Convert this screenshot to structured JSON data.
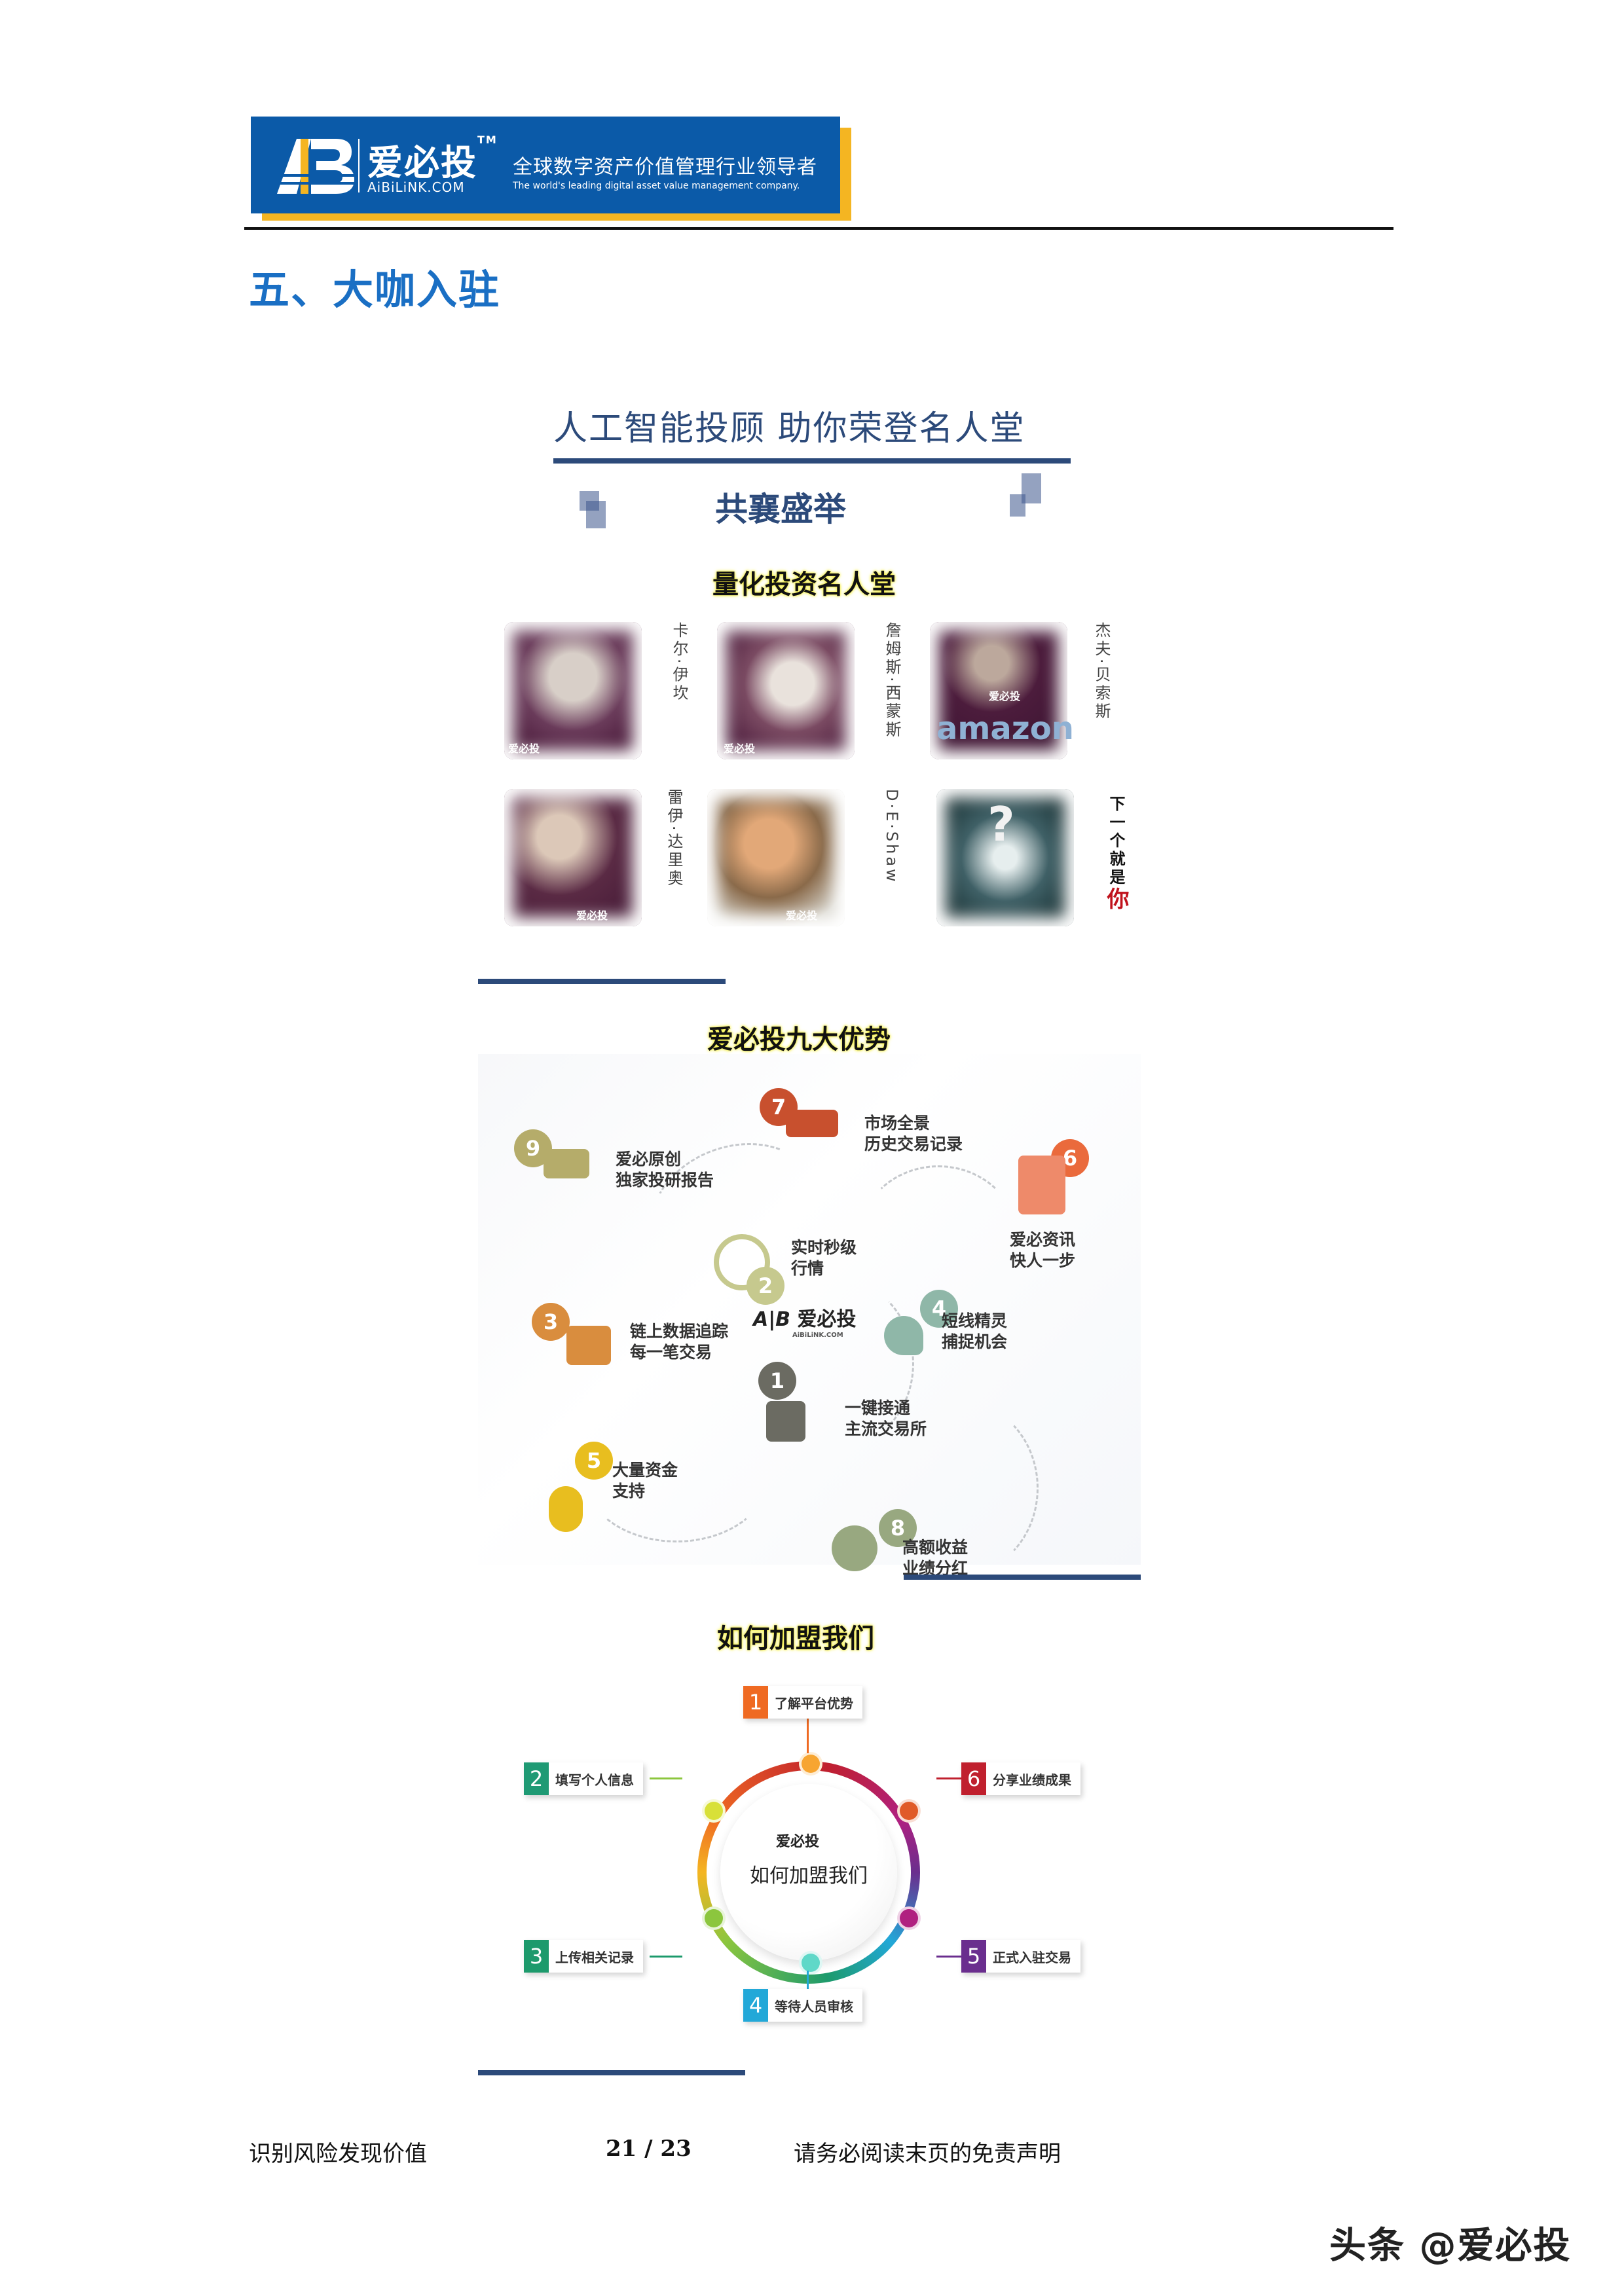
{
  "header": {
    "logo_cn": "爱必投",
    "logo_tm": "TM",
    "logo_en": "AiBiLiNK.COM",
    "slogan": "全球数字资产价值管理行业领导者",
    "slogan_en": "The world's leading digital asset value management company.",
    "colors": {
      "brand_blue": "#0b5aa8",
      "brand_yellow": "#f4b522"
    }
  },
  "section": {
    "title": "五、大咖入驻",
    "color": "#1a6fc4"
  },
  "poster": {
    "headline": "人工智能投顾 助你荣登名人堂",
    "subheadline": "共襄盛举",
    "hall_of_fame": {
      "title": "量化投资名人堂",
      "people": [
        {
          "name": "卡尔·伊坎",
          "watermark": "爱必投"
        },
        {
          "name": "詹姆斯·西蒙斯",
          "watermark": "爱必投"
        },
        {
          "name": "杰夫·贝索斯",
          "watermark": "爱必投",
          "logo_text": "amazon"
        },
        {
          "name": "雷伊·达里奥",
          "watermark": "爱必投"
        },
        {
          "name": "D·E·Shaw",
          "watermark": "爱必投"
        },
        {
          "name_prefix": "下一个就是",
          "name_emphasis": "你",
          "icon": "?"
        }
      ]
    },
    "advantages": {
      "title": "爱必投九大优势",
      "center_logo": "爱必投",
      "center_logo_en": "AiBiLiNK.COM",
      "items": [
        {
          "num": "1",
          "line1": "一键接通",
          "line2": "主流交易所",
          "icon": "phone-plus-icon",
          "color": "#6b6b62"
        },
        {
          "num": "2",
          "line1": "实时秒级",
          "line2": "行情",
          "icon": "alarm-clock-icon",
          "color": "#c6c98e"
        },
        {
          "num": "3",
          "line1": "链上数据追踪",
          "line2": "每一笔交易",
          "icon": "lock-mail-icon",
          "color": "#d98d3e"
        },
        {
          "num": "4",
          "line1": "短线精灵",
          "line2": "捕捉机会",
          "icon": "bird-plus-icon",
          "color": "#8fb7a8"
        },
        {
          "num": "5",
          "line1": "大量资金",
          "line2": "支持",
          "icon": "coins-icon",
          "color": "#e8be1f"
        },
        {
          "num": "6",
          "line1": "爱必资讯",
          "line2": "快人一步",
          "icon": "newspaper-icon",
          "color": "#ea6a3c"
        },
        {
          "num": "7",
          "line1": "市场全景",
          "line2": "历史交易记录",
          "icon": "card-plus-icon",
          "color": "#c8502e"
        },
        {
          "num": "8",
          "line1": "高额收益",
          "line2": "业绩分红",
          "icon": "money-bag-icon",
          "color": "#98a880"
        },
        {
          "num": "9",
          "line1": "爱必原创",
          "line2": "独家投研报告",
          "icon": "printer-icon",
          "color": "#b5ac6a"
        }
      ]
    },
    "join": {
      "title": "如何加盟我们",
      "center_logo": "爱必投",
      "center_text": "如何加盟我们",
      "steps": [
        {
          "num": "1",
          "label": "了解平台优势",
          "color": "#ef6a22"
        },
        {
          "num": "2",
          "label": "填写个人信息",
          "color": "#1f9a74"
        },
        {
          "num": "3",
          "label": "上传相关记录",
          "color": "#1d9a6c"
        },
        {
          "num": "4",
          "label": "等待人员审核",
          "color": "#22a8d8"
        },
        {
          "num": "5",
          "label": "正式入驻交易",
          "color": "#6a2e8e"
        },
        {
          "num": "6",
          "label": "分享业绩成果",
          "color": "#c0202e"
        }
      ]
    }
  },
  "footer": {
    "left": "识别风险发现价值",
    "page": "21 / 23",
    "right": "请务必阅读末页的免责声明"
  },
  "watermark": "头条 @爱必投"
}
